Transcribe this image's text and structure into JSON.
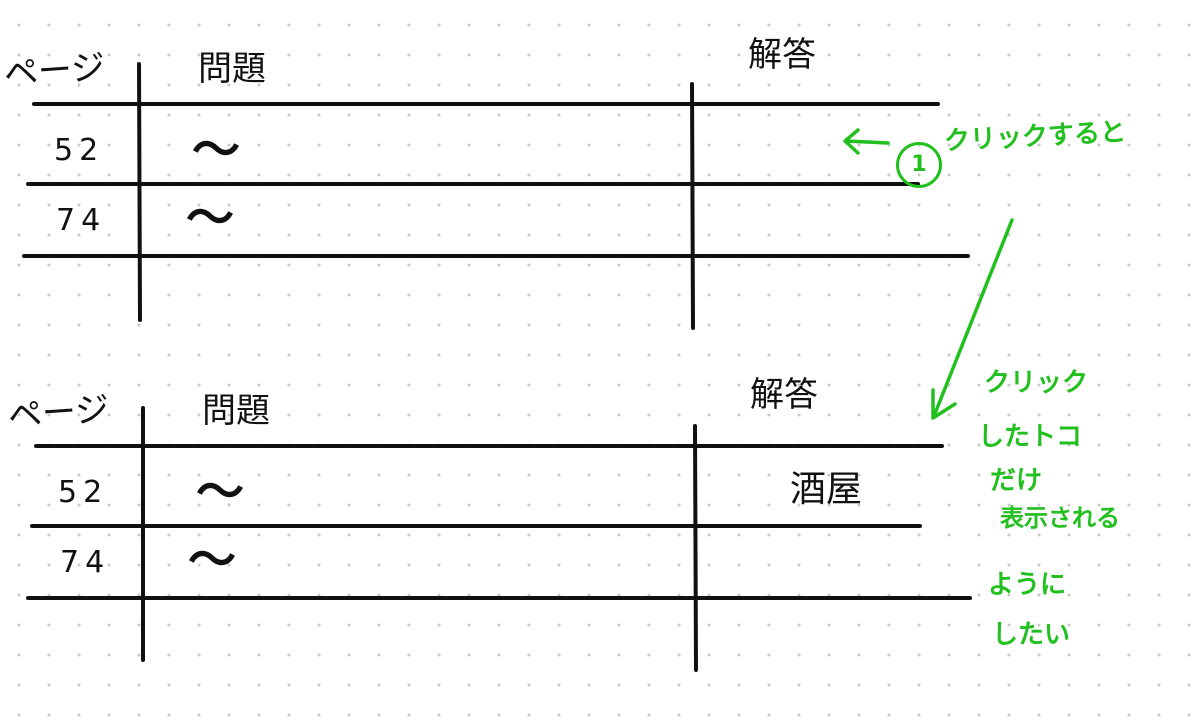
{
  "table_top": {
    "headers": {
      "page": "ページ",
      "question": "問題",
      "answer": "解答"
    },
    "rows": [
      {
        "page": "52",
        "question": "〜",
        "answer": ""
      },
      {
        "page": "74",
        "question": "〜",
        "answer": ""
      }
    ]
  },
  "table_bottom": {
    "headers": {
      "page": "ページ",
      "question": "問題",
      "answer": "解答"
    },
    "rows": [
      {
        "page": "52",
        "question": "〜",
        "answer": "酒屋"
      },
      {
        "page": "74",
        "question": "〜",
        "answer": ""
      }
    ]
  },
  "annotations": {
    "step_marker": "1",
    "click_note": "クリックすると",
    "result_note": [
      "クリック",
      "したトコ",
      "だけ",
      "表示される",
      "ように",
      "したい"
    ],
    "annotation_color": "#22c01e",
    "ink_color": "#111111"
  }
}
